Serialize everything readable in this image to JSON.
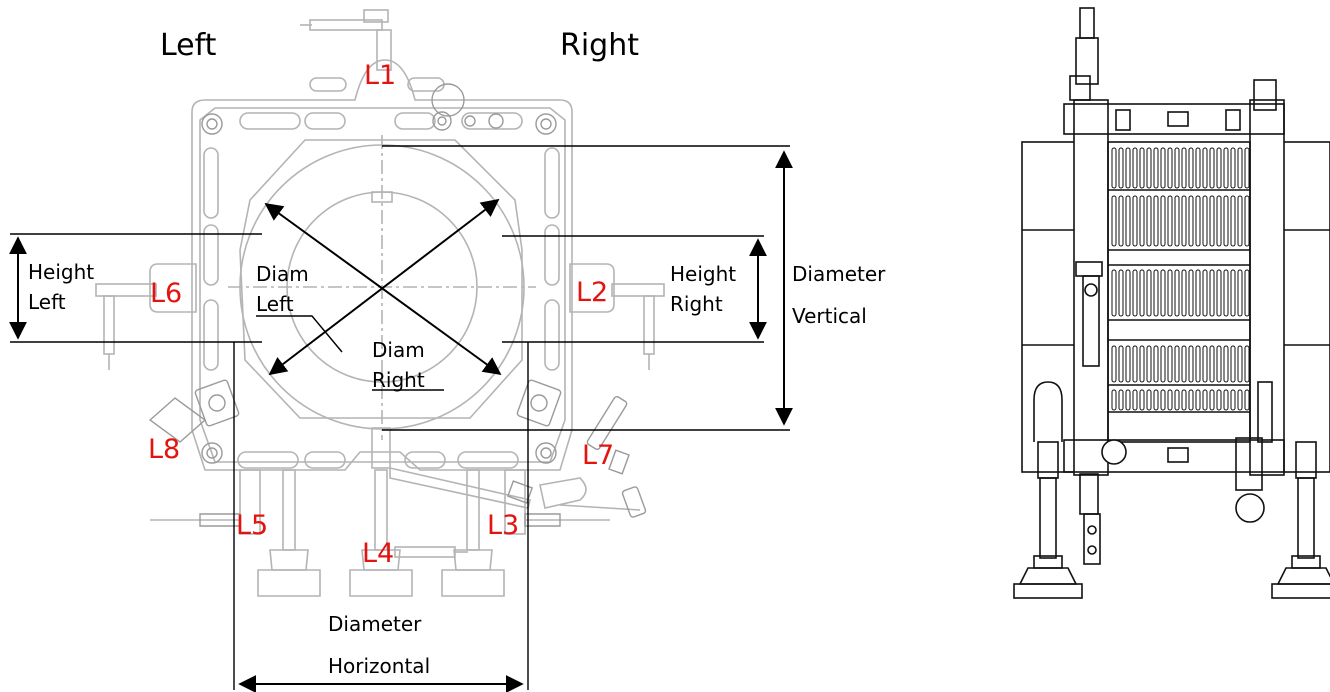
{
  "front_view": {
    "side_left": "Left",
    "side_right": "Right",
    "sensors": [
      "L1",
      "L2",
      "L3",
      "L4",
      "L5",
      "L6",
      "L7",
      "L8"
    ],
    "height_left": [
      "Height",
      "Left"
    ],
    "height_right": [
      "Height",
      "Right"
    ],
    "diam_left": [
      "Diam",
      "Left"
    ],
    "diam_right": [
      "Diam",
      "Right"
    ],
    "diameter_vertical": [
      "Diameter",
      "Vertical"
    ],
    "diameter_horizontal": [
      "Diameter",
      "Horizontal"
    ]
  },
  "colors": {
    "sensor_label": "#e3140f",
    "dimension_line": "#000000",
    "drawing": "#b4b4b4"
  }
}
